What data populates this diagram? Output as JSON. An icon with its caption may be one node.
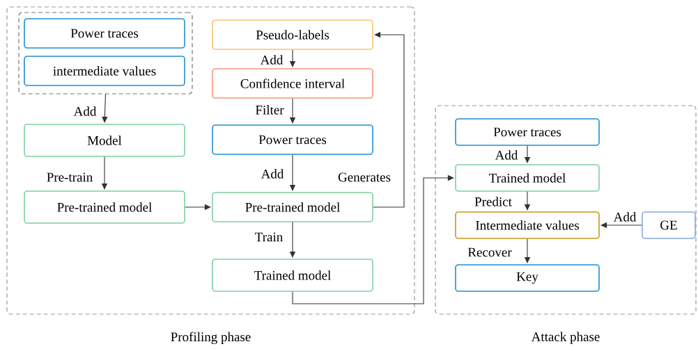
{
  "diagram": {
    "nodes": [
      {
        "text": [
          "Profiling phase"
        ]
      },
      {
        "text": [],
        "shape": "box",
        "in": 0
      },
      {
        "text": [
          "Power traces"
        ],
        "in": 1
      },
      {
        "text": [
          "intermediate values"
        ],
        "in": 1
      },
      {
        "text": [
          "Model"
        ],
        "in": 0
      },
      {
        "text": [
          "Pre-trained model"
        ],
        "in": 0
      },
      {
        "text": [
          "Pseudo-labels"
        ],
        "in": 0
      },
      {
        "text": [
          "Confidence interval"
        ],
        "in": 0
      },
      {
        "text": [
          "Power traces"
        ],
        "in": 0
      },
      {
        "text": [
          "Pre-trained model"
        ],
        "in": 0
      },
      {
        "text": [
          "Trained model"
        ],
        "in": 0
      },
      {
        "text": [
          "Attack phase"
        ]
      },
      {
        "text": [
          "Power traces"
        ],
        "in": 11
      },
      {
        "text": [
          "Trained model"
        ],
        "in": 11
      },
      {
        "text": [
          "Intermediate values"
        ],
        "in": 11
      },
      {
        "text": [
          "GE"
        ],
        "in": 11
      },
      {
        "text": [
          "Key"
        ],
        "in": 11
      }
    ],
    "edges": [
      {
        "from": 1,
        "to": 4,
        "arrow": "to",
        "label": "Add"
      },
      {
        "from": 4,
        "to": 5,
        "arrow": "to",
        "label": "Pre-train"
      },
      {
        "from": 5,
        "to": 9,
        "arrow": "to"
      },
      {
        "from": 6,
        "to": 7,
        "arrow": "to",
        "label": "Add"
      },
      {
        "from": 7,
        "to": 8,
        "arrow": "to",
        "label": "Filter"
      },
      {
        "from": 8,
        "to": 9,
        "arrow": "to",
        "label": "Add"
      },
      {
        "from": 9,
        "to": 6,
        "arrow": "to",
        "label": "Generates"
      },
      {
        "from": 9,
        "to": 10,
        "arrow": "to",
        "label": "Train"
      },
      {
        "from": 10,
        "to": 13,
        "arrow": "to"
      },
      {
        "from": 12,
        "to": 13,
        "arrow": "to",
        "label": "Add"
      },
      {
        "from": 13,
        "to": 14,
        "arrow": "to",
        "label": "Predict"
      },
      {
        "from": 15,
        "to": 14,
        "arrow": "to",
        "label": "Add"
      },
      {
        "from": 14,
        "to": 16,
        "arrow": "to",
        "label": "Recover"
      }
    ]
  }
}
